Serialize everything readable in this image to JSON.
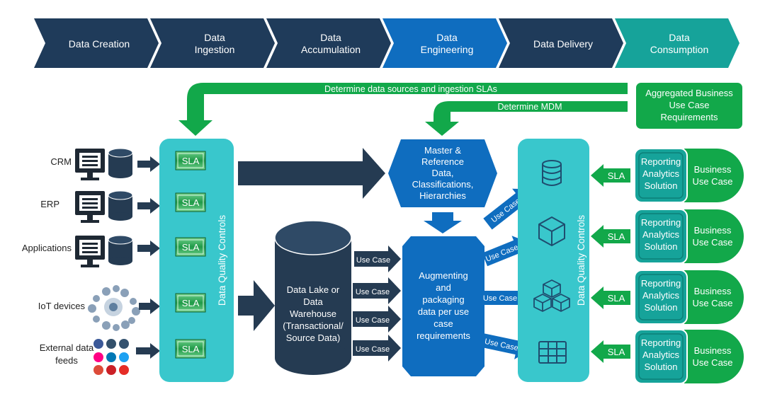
{
  "pipeline": [
    {
      "line1": "Data Creation",
      "line2": ""
    },
    {
      "line1": "Data",
      "line2": "Ingestion"
    },
    {
      "line1": "Data",
      "line2": "Accumulation"
    },
    {
      "line1": "Data",
      "line2": "Engineering"
    },
    {
      "line1": "Data Delivery",
      "line2": ""
    },
    {
      "line1": "Data",
      "line2": "Consumption"
    }
  ],
  "feedback": {
    "top_label": "Determine data sources and ingestion SLAs",
    "mdm_label": "Determine MDM",
    "requirements": [
      "Aggregated Business",
      "Use Case",
      "Requirements"
    ]
  },
  "sources": [
    "CRM",
    "ERP",
    "Applications",
    "IoT devices",
    "External data",
    "feeds"
  ],
  "sla": "SLA",
  "dq_label": "Data Quality Controls",
  "lake": [
    "Data Lake or",
    "Data",
    "Warehouse",
    "(Transactional/",
    "Source Data)"
  ],
  "use_case": "Use Case",
  "mdm": [
    "Master &",
    "Reference",
    "Data,",
    "Classifications,",
    "Hierarchies"
  ],
  "augment": [
    "Augmenting",
    "and",
    "packaging",
    "data per use",
    "case",
    "requirements"
  ],
  "consumer": {
    "solution": [
      "Reporting",
      "Analytics",
      "Solution"
    ],
    "business": [
      "Business",
      "Use Case"
    ]
  },
  "delivery_icons": [
    "database-icon",
    "cube-icon",
    "cubes-icon",
    "table-grid-icon"
  ],
  "colors": {
    "navy": "#1f3b5a",
    "blue": "#0f6dbf",
    "teal": "#16a39a",
    "cyan": "#39c7cc",
    "green": "#12a84a",
    "dark": "#253b52"
  }
}
